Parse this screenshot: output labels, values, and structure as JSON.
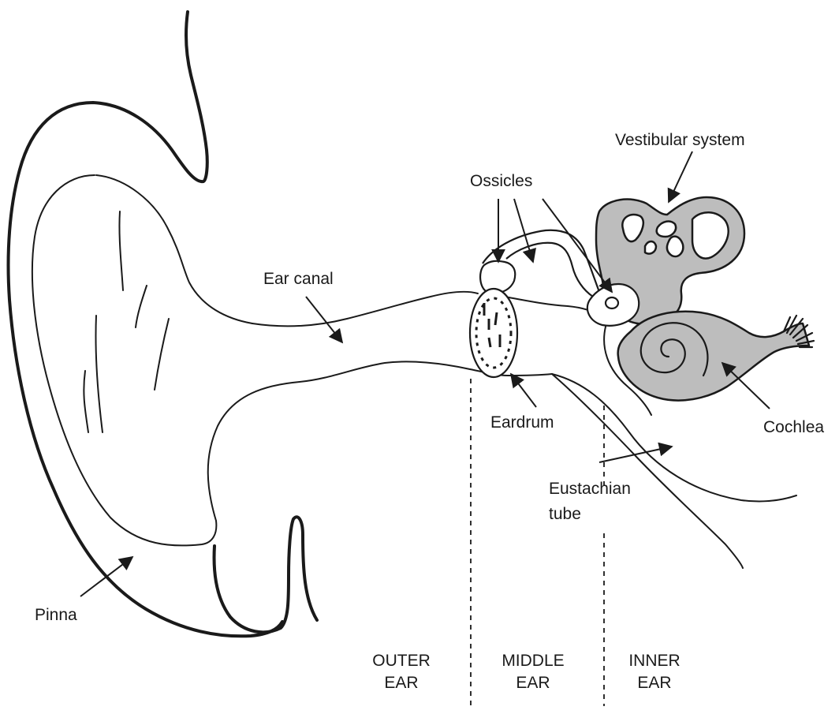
{
  "labels": {
    "vestibular": "Vestibular system",
    "ossicles": "Ossicles",
    "ear_canal": "Ear canal",
    "eardrum": "Eardrum",
    "cochlea": "Cochlea",
    "eustachian_line1": "Eustachian",
    "eustachian_line2": "tube",
    "pinna": "Pinna"
  },
  "regions": {
    "outer": {
      "line1": "OUTER",
      "line2": "EAR"
    },
    "middle": {
      "line1": "MIDDLE",
      "line2": "EAR"
    },
    "inner": {
      "line1": "INNER",
      "line2": "EAR"
    }
  },
  "colors": {
    "ink": "#1a1a1a",
    "inner_ear_fill": "#bdbdbd",
    "background": "#ffffff"
  }
}
